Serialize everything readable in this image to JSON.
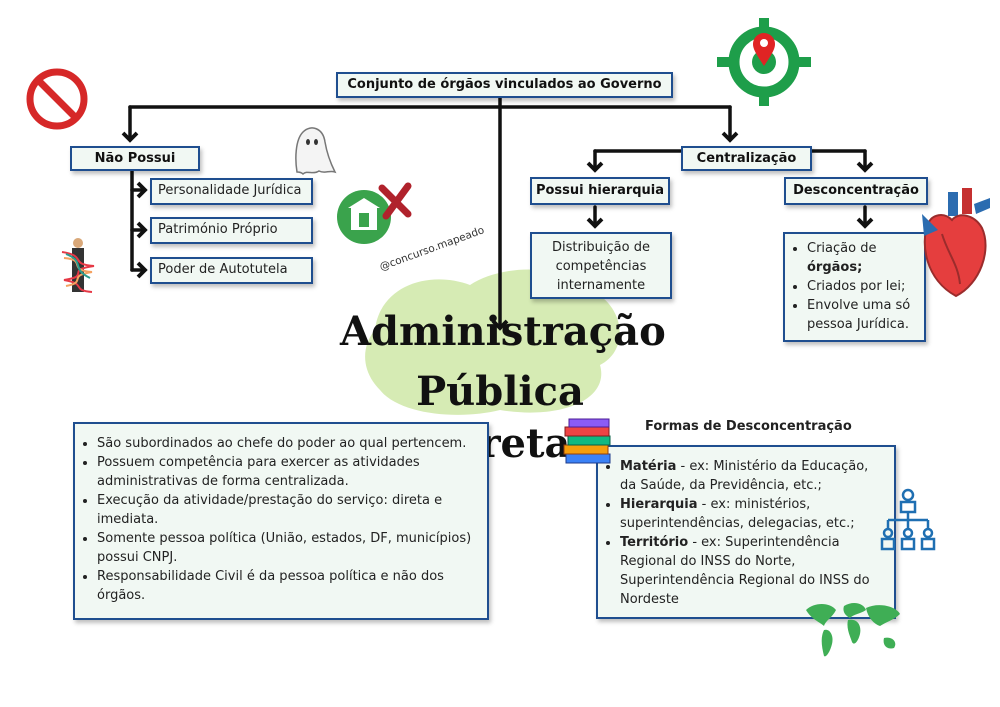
{
  "top": {
    "title": "Conjunto de órgãos vinculados ao Governo"
  },
  "nao_possui": {
    "header": "Não Possui",
    "items": [
      "Personalidade Jurídica",
      "Património Próprio",
      "Poder de Autotutela"
    ]
  },
  "centralizacao": {
    "header": "Centralização"
  },
  "hierarquia": {
    "header": "Possui hierarquia",
    "text": [
      "Distribuição de",
      "competências",
      "internamente"
    ]
  },
  "desconcentracao": {
    "header": "Desconcentração",
    "items": [
      {
        "text": "Criação de ",
        "bold": "órgãos;"
      },
      {
        "text": "Criados por lei;",
        "bold": ""
      },
      {
        "text": "Envolve uma só pessoa Jurídica.",
        "bold": ""
      }
    ]
  },
  "main_title": {
    "line1": "Administração",
    "line2": "Pública Direta"
  },
  "watermark": "@concurso.mapeado",
  "caracteristicas": [
    "São subordinados ao chefe do poder ao qual pertencem.",
    "Possuem competência para exercer as atividades administrativas de forma centralizada.",
    "Execução da atividade/prestação do serviço: direta e imediata.",
    "Somente pessoa política (União, estados, DF, municípios) possui CNPJ.",
    "Responsabilidade Civil é da pessoa política e não dos órgãos."
  ],
  "formas": {
    "title": "Formas de Desconcentração",
    "items": [
      {
        "bold": "Matéria",
        "text": " - ex: Ministério da Educação, da Saúde, da Previdência, etc.;"
      },
      {
        "bold": "Hierarquia",
        "text": " - ex: ministérios, superintendências, delegacias, etc.;"
      },
      {
        "bold": "Território",
        "text": " - ex: Superintendência Regional do INSS do Norte, Superintendência Regional do INSS do Nordeste"
      }
    ]
  },
  "icons": [
    "prohibited-icon",
    "target-location-icon",
    "ghost-icon",
    "bank-crossed-icon",
    "tangled-person-icon",
    "heart-icon",
    "books-icon",
    "org-chart-icon",
    "world-map-icon"
  ],
  "colors": {
    "border": "#1f4e8f",
    "box_bg": "#f1f8f3",
    "blob": "#d6ebb4",
    "target_green": "#1e9e4a",
    "no_red": "#d62828"
  }
}
